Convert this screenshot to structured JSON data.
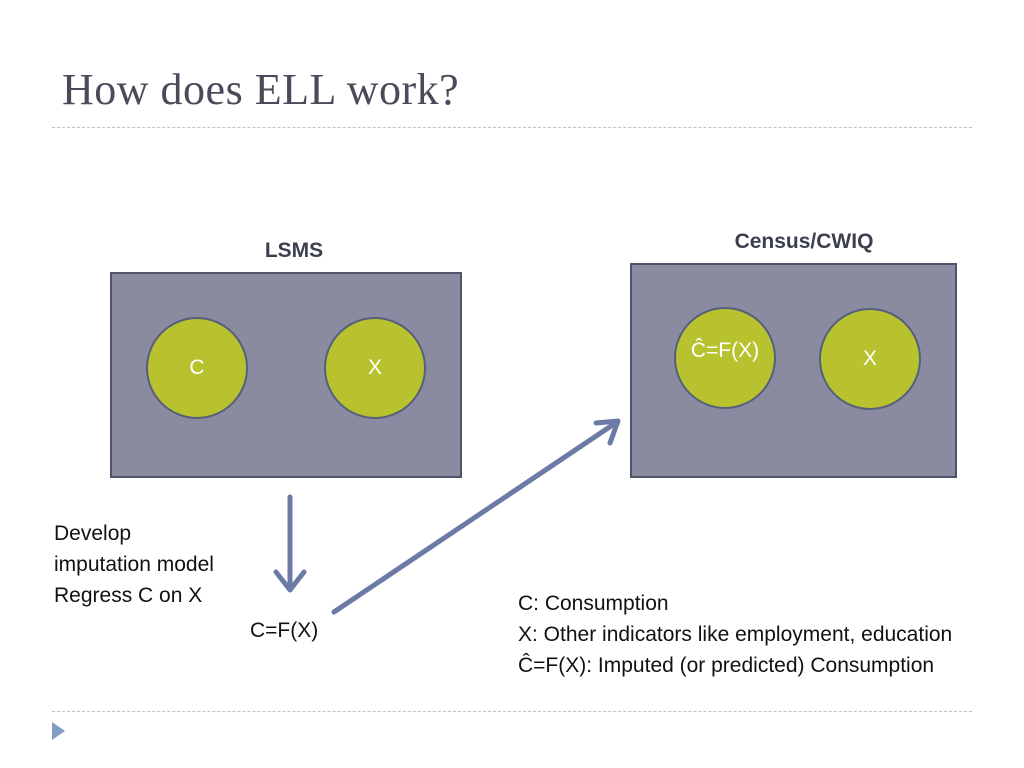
{
  "title": "How does ELL work?",
  "lsms": {
    "label": "LSMS",
    "circles": [
      "C",
      "X"
    ]
  },
  "census": {
    "label": "Census/CWIQ",
    "circles": [
      "Ĉ=F(X)",
      "X"
    ]
  },
  "model_note": [
    "Develop",
    "imputation model",
    "Regress C on X"
  ],
  "model_formula": "C=F(X)",
  "legend": [
    "C: Consumption",
    "X: Other indicators like employment, education",
    "Ĉ=F(X): Imputed (or predicted) Consumption"
  ],
  "colors": {
    "box_fill": "#8a8aa0",
    "circle_fill": "#b8c22f",
    "arrow": "#6b7ba6"
  }
}
